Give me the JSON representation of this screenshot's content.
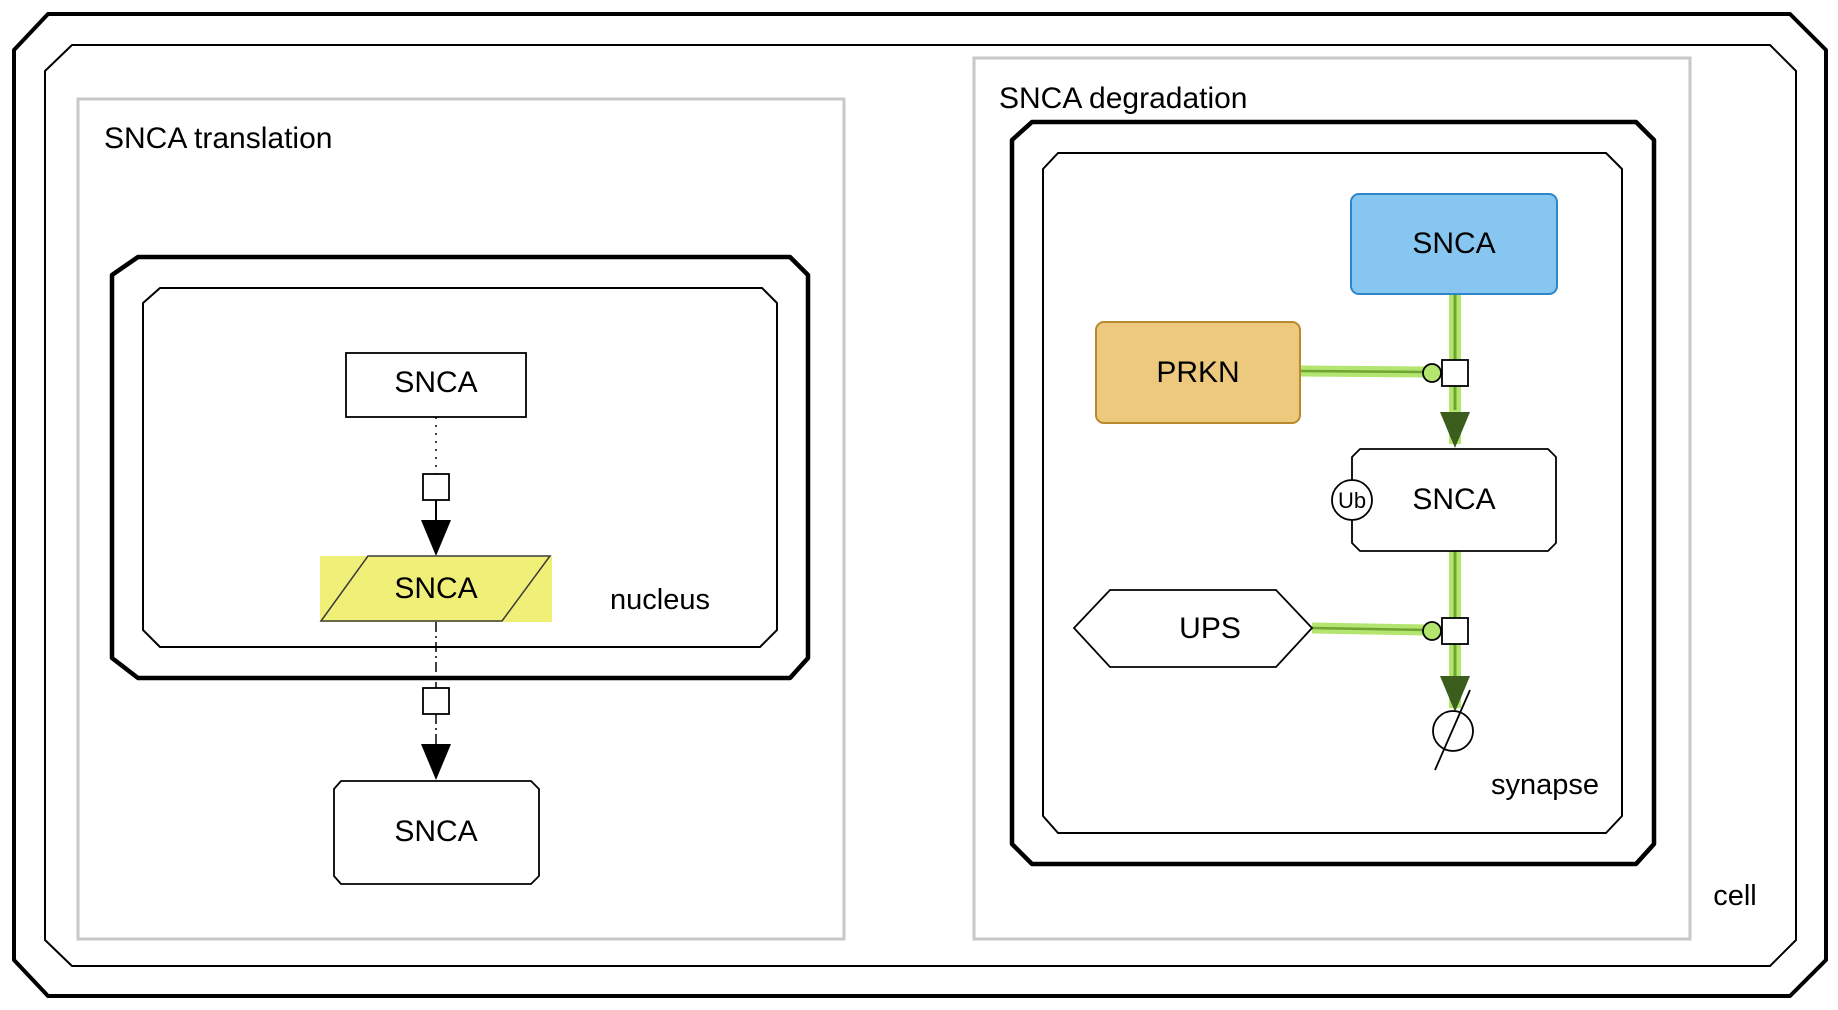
{
  "compartments": {
    "cell": "cell",
    "nucleus": "nucleus",
    "synapse": "synapse"
  },
  "groups": {
    "translation": "SNCA translation",
    "degradation": "SNCA degradation"
  },
  "nodes": {
    "snca_gene": "SNCA",
    "snca_mrna": "SNCA",
    "snca_protein": "SNCA",
    "snca_highlighted": "SNCA",
    "prkn": "PRKN",
    "snca_ub": "SNCA",
    "ub_modifier": "Ub",
    "ups": "UPS"
  },
  "colors": {
    "mrna_fill": "#F0F079",
    "snca_highlight_fill": "#87C6F1",
    "snca_highlight_stroke": "#2E86C9",
    "prkn_fill": "#ECC97C",
    "prkn_stroke": "#B8892F",
    "edge_highlight": "#B3E56F",
    "edge_core": "#7DB33A",
    "arrow_dark": "#3B5E1F",
    "group_border": "#C8C8C8"
  }
}
